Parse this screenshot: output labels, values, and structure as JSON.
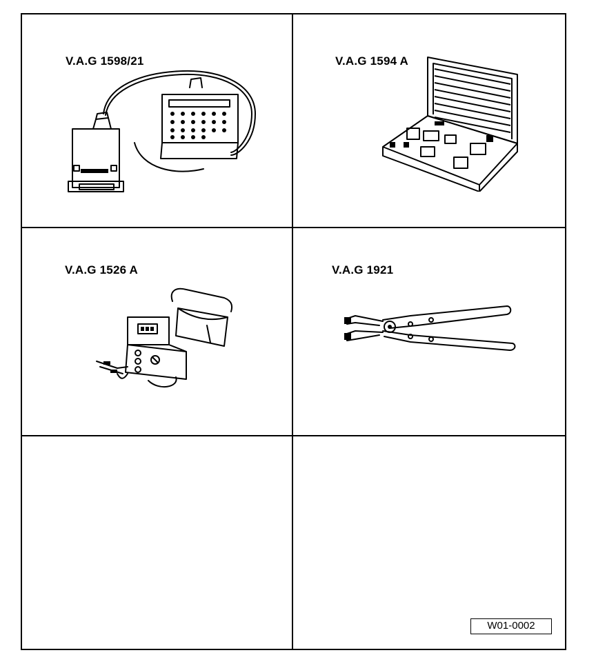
{
  "tools": [
    {
      "label": "V.A.G 1598/21",
      "illustration": "breakout-box-illustration"
    },
    {
      "label": "V.A.G 1594 A",
      "illustration": "adapter-case-illustration"
    },
    {
      "label": "V.A.G 1526 A",
      "illustration": "multimeter-illustration"
    },
    {
      "label": "V.A.G 1921",
      "illustration": "hose-clip-pliers-illustration"
    }
  ],
  "reference": {
    "code": "W01-0002"
  },
  "colors": {
    "line": "#000000",
    "background": "#ffffff"
  }
}
